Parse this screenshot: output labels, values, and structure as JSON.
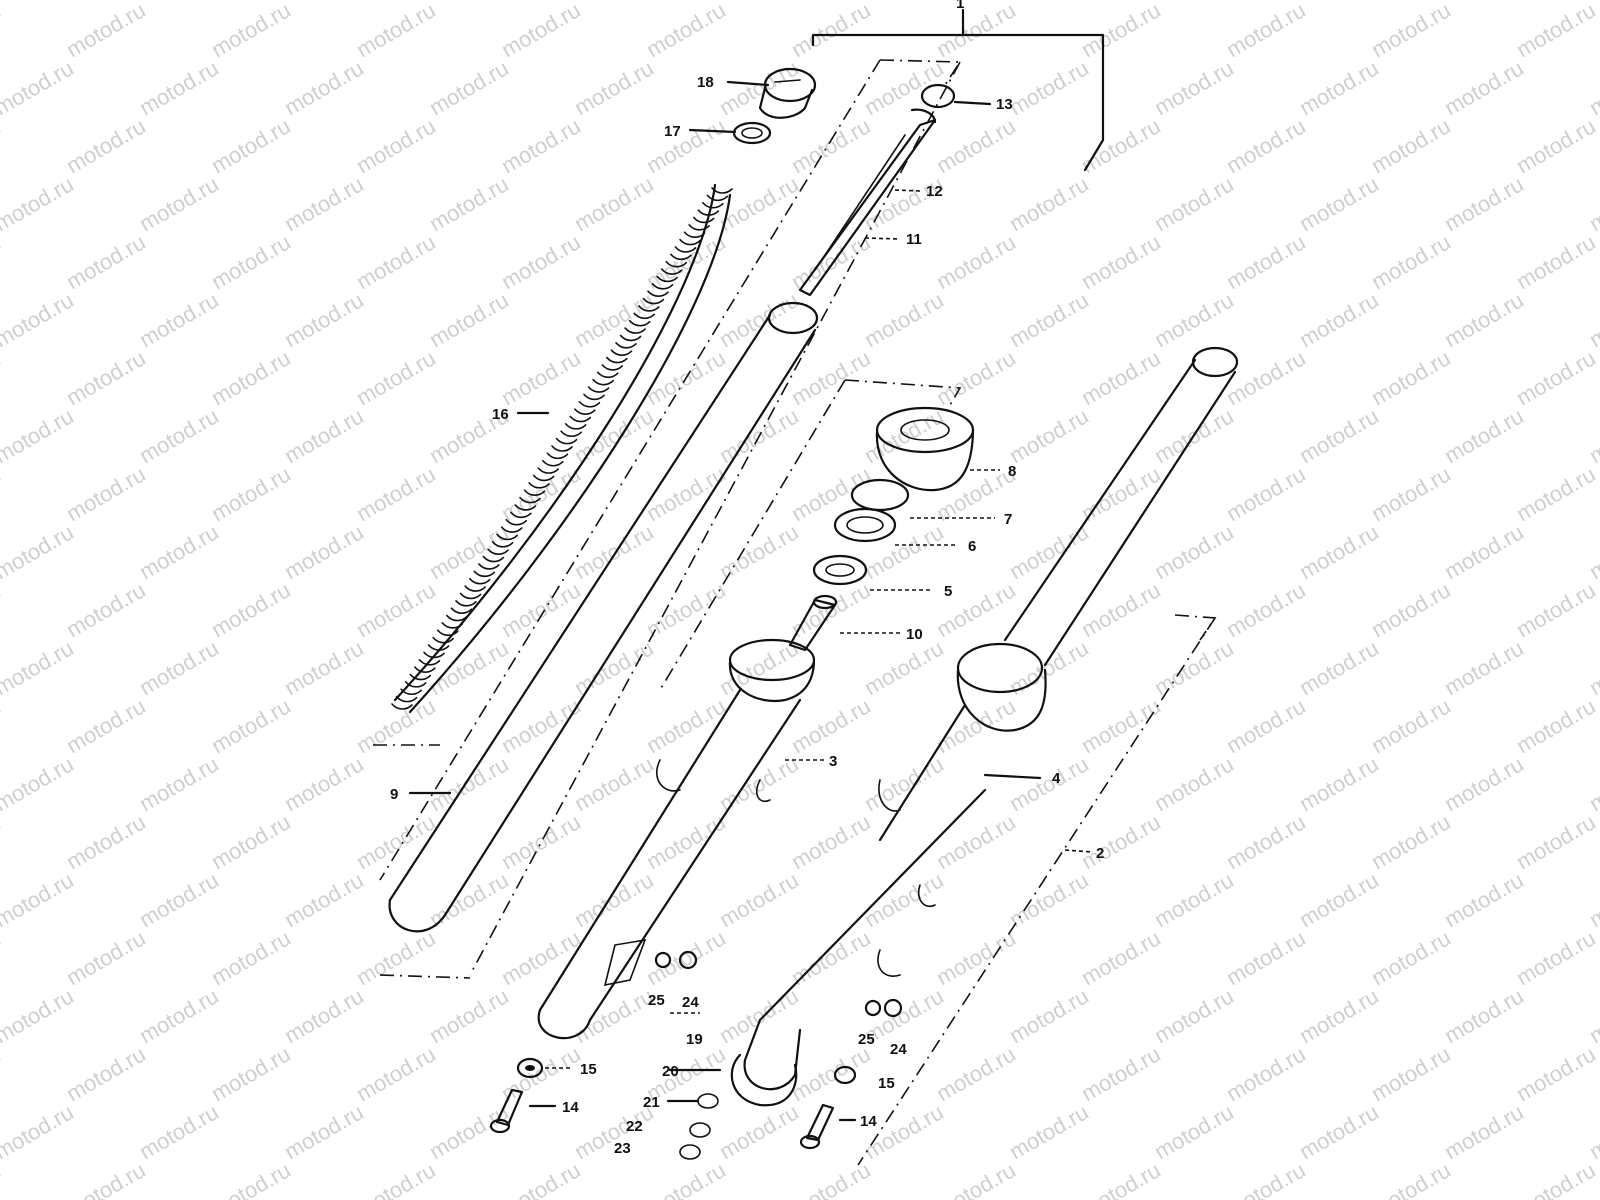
{
  "watermark": "motod.ru",
  "part_labels": [
    {
      "id": "p1",
      "text": "1"
    },
    {
      "id": "p2",
      "text": "2"
    },
    {
      "id": "p3",
      "text": "3"
    },
    {
      "id": "p4",
      "text": "4"
    },
    {
      "id": "p5",
      "text": "5"
    },
    {
      "id": "p6",
      "text": "6"
    },
    {
      "id": "p7",
      "text": "7"
    },
    {
      "id": "p8",
      "text": "8"
    },
    {
      "id": "p9",
      "text": "9"
    },
    {
      "id": "p10",
      "text": "10"
    },
    {
      "id": "p11",
      "text": "11"
    },
    {
      "id": "p12",
      "text": "12"
    },
    {
      "id": "p13",
      "text": "13"
    },
    {
      "id": "p14a",
      "text": "14"
    },
    {
      "id": "p14b",
      "text": "14"
    },
    {
      "id": "p15a",
      "text": "15"
    },
    {
      "id": "p15b",
      "text": "15"
    },
    {
      "id": "p16",
      "text": "16"
    },
    {
      "id": "p17",
      "text": "17"
    },
    {
      "id": "p18",
      "text": "18"
    },
    {
      "id": "p19",
      "text": "19"
    },
    {
      "id": "p20",
      "text": "20"
    },
    {
      "id": "p21",
      "text": "21"
    },
    {
      "id": "p22",
      "text": "22"
    },
    {
      "id": "p23",
      "text": "23"
    },
    {
      "id": "p24a",
      "text": "24"
    },
    {
      "id": "p24b",
      "text": "24"
    },
    {
      "id": "p25a",
      "text": "25"
    },
    {
      "id": "p25b",
      "text": "25"
    }
  ]
}
